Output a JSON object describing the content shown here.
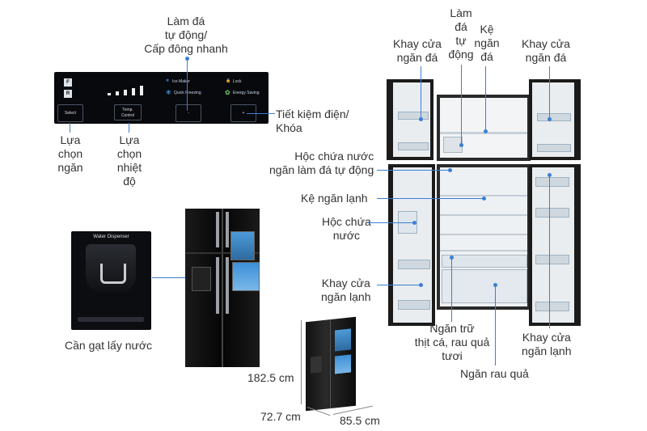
{
  "panel": {
    "f_label": "F",
    "r_label": "R",
    "ice_maker": "Ice Maker",
    "lock": "Lock",
    "quick_freezing": "Quick Freezing",
    "energy_saving": "Energy Saving",
    "select_label": "Select",
    "temp_control_line1": "Temp.",
    "temp_control_line2": "Control",
    "minus_label": "-",
    "plus_label": "+"
  },
  "dispenser": {
    "title": "Water Dispenser"
  },
  "labels": {
    "auto_ice_line1": "Làm đá",
    "auto_ice_line2": "tự động/",
    "auto_ice_line3": "Cấp đông nhanh",
    "energy_lock_line1": "Tiết kiệm điện/",
    "energy_lock_line2": "Khóa",
    "select_comp_line1": "Lựa",
    "select_comp_line2": "chọn",
    "select_comp_line3": "ngăn",
    "select_temp_line1": "Lựa",
    "select_temp_line2": "chọn",
    "select_temp_line3": "nhiệt",
    "select_temp_line4": "độ",
    "lever": "Cần gạt lấy nước",
    "tray_ice_left_line1": "Khay cửa",
    "tray_ice_left_line2": "ngăn đá",
    "auto_ice_top_line1": "Làm",
    "auto_ice_top_line2": "đá",
    "auto_ice_top_line3": "tự",
    "auto_ice_top_line4": "động",
    "shelf_ice_line1": "Kệ",
    "shelf_ice_line2": "ngăn",
    "shelf_ice_line3": "đá",
    "tray_ice_right_line1": "Khay cửa",
    "tray_ice_right_line2": "ngăn đá",
    "water_box_line1": "Hộc chứa nước",
    "water_box_line2": "ngăn làm đá tự động",
    "shelf_cool": "Kệ ngăn lạnh",
    "water_tank_line1": "Hộc chứa",
    "water_tank_line2": "nước",
    "tray_cool_left_line1": "Khay cửa",
    "tray_cool_left_line2": "ngăn lạnh",
    "meat_line1": "Ngăn trữ",
    "meat_line2": "thịt cá, rau quả",
    "meat_line3": "tươi",
    "veg": "Ngăn rau quả",
    "tray_cool_right_line1": "Khay cửa",
    "tray_cool_right_line2": "ngăn lạnh",
    "height": "182.5 cm",
    "depth": "72.7 cm",
    "width": "85.5 cm"
  },
  "colors": {
    "accent": "#3b7fd6",
    "fridge_body": "#111111",
    "interior": "#eef1f4"
  }
}
